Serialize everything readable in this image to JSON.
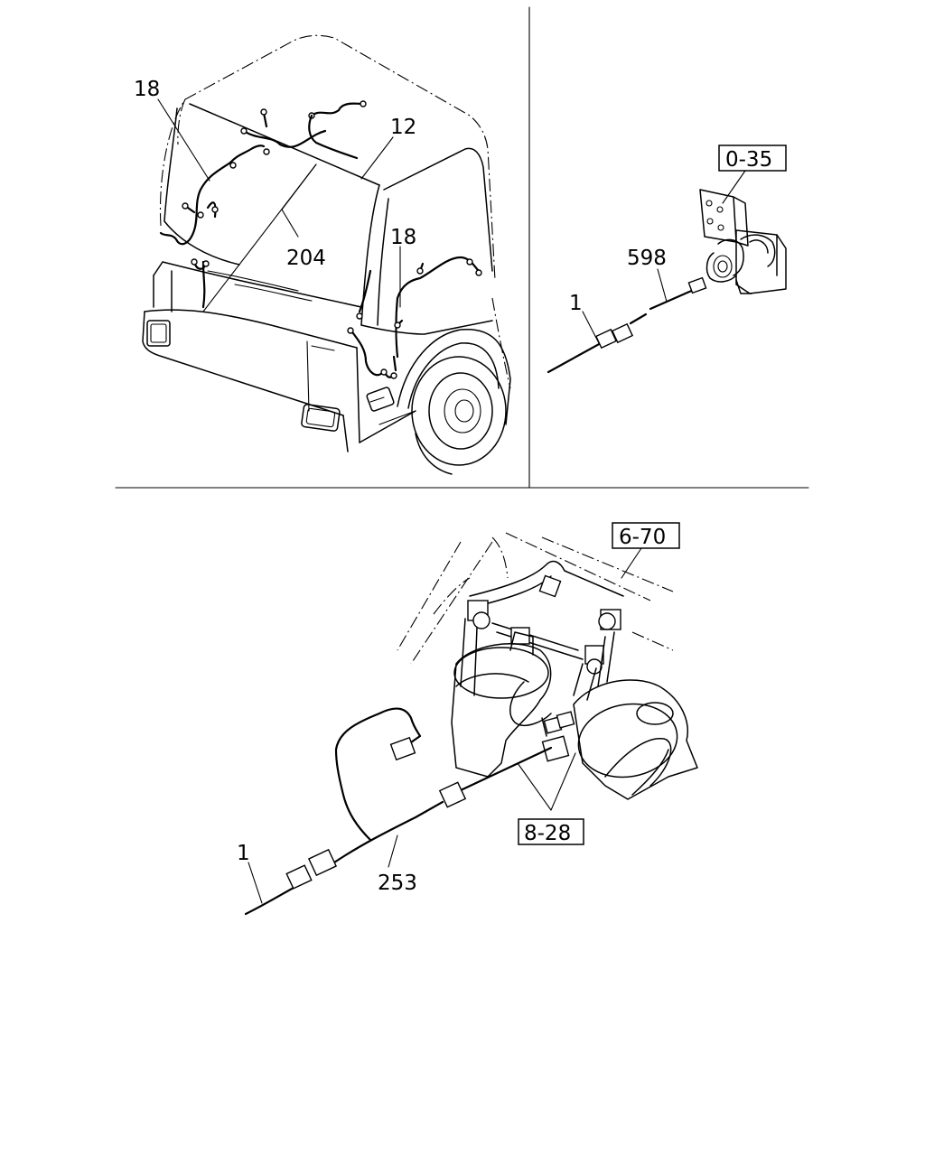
{
  "callouts": {
    "cab_harness_left": "18",
    "cab_harness_top": "12",
    "cab_harness_center": "204",
    "cab_harness_right": "18",
    "ref_box_top_right": "0-35",
    "sensor_harness": "598",
    "main_harness_top_right": "1",
    "ref_box_horn_bracket": "6-70",
    "ref_box_horn": "8-28",
    "horn_harness": "253",
    "main_harness_bottom": "1"
  }
}
